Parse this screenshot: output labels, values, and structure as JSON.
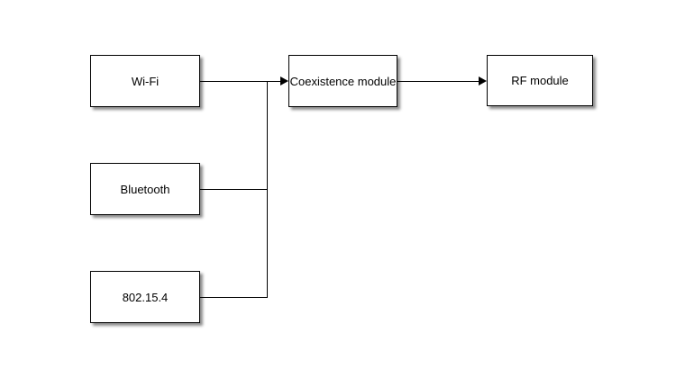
{
  "canvas": {
    "background_color": "#ffffff",
    "box_fill_color": "#ffffff",
    "box_border_color": "#000000",
    "line_color": "#000000",
    "text_color": "#000000",
    "shadow_color": "#777777"
  },
  "nodes": {
    "wifi": {
      "label": "Wi-Fi"
    },
    "bluetooth": {
      "label": "Bluetooth"
    },
    "ieee802154": {
      "label": "802.15.4"
    },
    "coexistence": {
      "label": "Coexistence module"
    },
    "rf": {
      "label": "RF module"
    }
  },
  "edges": [
    {
      "from": "Wi-Fi",
      "to": "Coexistence module",
      "arrowhead": true
    },
    {
      "from": "Bluetooth",
      "to": "Coexistence module",
      "arrowhead": false,
      "joins": "Wi-Fi line via vertical junction"
    },
    {
      "from": "802.15.4",
      "to": "Coexistence module",
      "arrowhead": false,
      "joins": "Wi-Fi line via vertical junction"
    },
    {
      "from": "Coexistence module",
      "to": "RF module",
      "arrowhead": true
    }
  ]
}
